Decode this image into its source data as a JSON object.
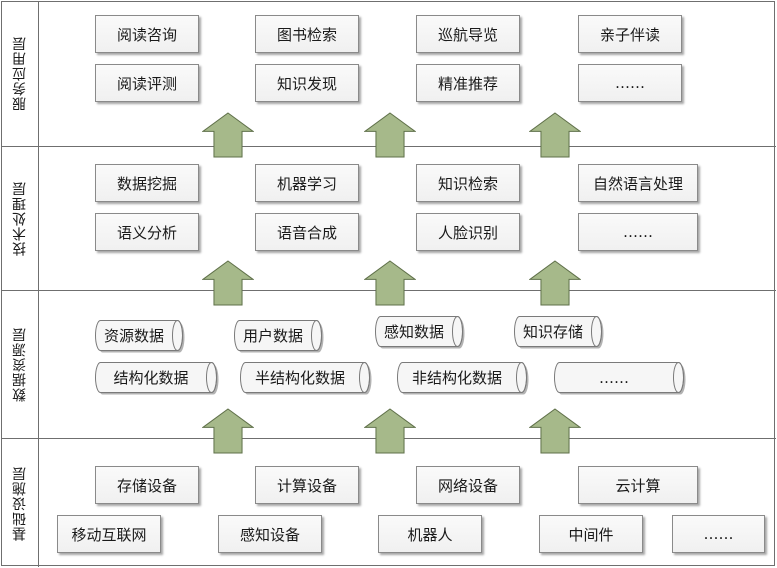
{
  "colors": {
    "arrow_fill": "#a6b98a",
    "arrow_stroke": "#5f7049"
  },
  "layers": [
    {
      "label": "服务应用层",
      "rows": [
        [
          "阅读咨询",
          "图书检索",
          "巡航导览",
          "亲子伴读"
        ],
        [
          "阅读评测",
          "知识发现",
          "精准推荐",
          "……"
        ]
      ]
    },
    {
      "label": "技术处理层",
      "rows": [
        [
          "数据挖掘",
          "机器学习",
          "知识检索",
          "自然语言处理"
        ],
        [
          "语义分析",
          "语音合成",
          "人脸识别",
          "……"
        ]
      ]
    },
    {
      "label": "数据资源层",
      "rows": [
        [
          "资源数据",
          "用户数据",
          "感知数据",
          "知识存储"
        ],
        [
          "结构化数据",
          "半结构化数据",
          "非结构化数据",
          "……"
        ]
      ]
    },
    {
      "label": "基础设施层",
      "rows": [
        [
          "存储设备",
          "计算设备",
          "网络设备",
          "云计算"
        ],
        [
          "移动互联网",
          "感知设备",
          "机器人",
          "中间件",
          "……"
        ]
      ]
    }
  ]
}
